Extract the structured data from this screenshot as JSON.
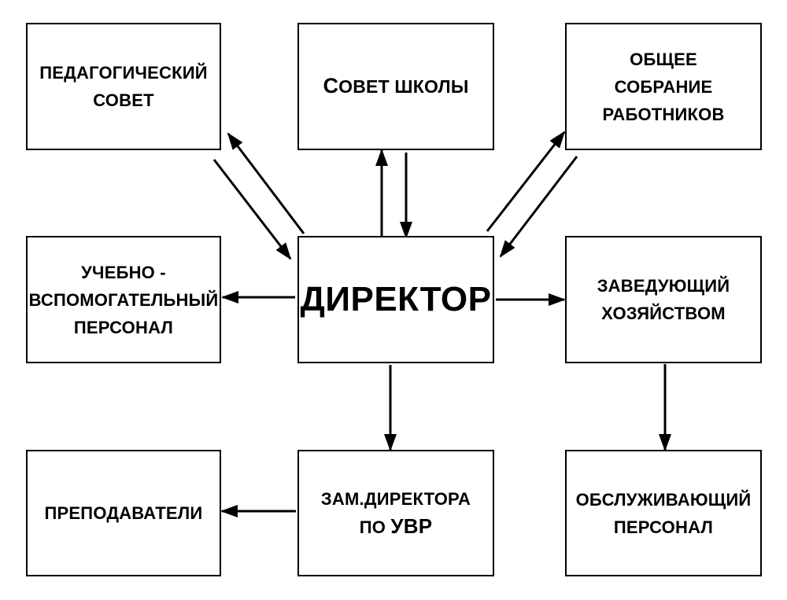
{
  "boxes": {
    "pedagogical_council": [
      "ПЕДАГОГИЧЕСКИЙ",
      "СОВЕТ"
    ],
    "school_council": {
      "first": "С",
      "rest": "ОВЕТ ШКОЛЫ"
    },
    "general_meeting": [
      "ОБЩЕЕ",
      "СОБРАНИЕ",
      "РАБОТНИКОВ"
    ],
    "support_staff": [
      "УЧЕБНО -",
      "ВСПОМОГАТЕЛЬНЫЙ",
      "ПЕРСОНАЛ"
    ],
    "director": "ДИРЕКТОР",
    "supply_manager": [
      "ЗАВЕДУЮЩИЙ",
      "ХОЗЯЙСТВОМ"
    ],
    "teachers": "ПРЕПОДАВАТЕЛИ",
    "deputy_director": {
      "line1": "ЗАМ.ДИРЕКТОРА",
      "line2_prefix": "ПО ",
      "line2_abbr": "УВР"
    },
    "service_staff": [
      "ОБСЛУЖИВАЮЩИЙ",
      "ПЕРСОНАЛ"
    ]
  }
}
